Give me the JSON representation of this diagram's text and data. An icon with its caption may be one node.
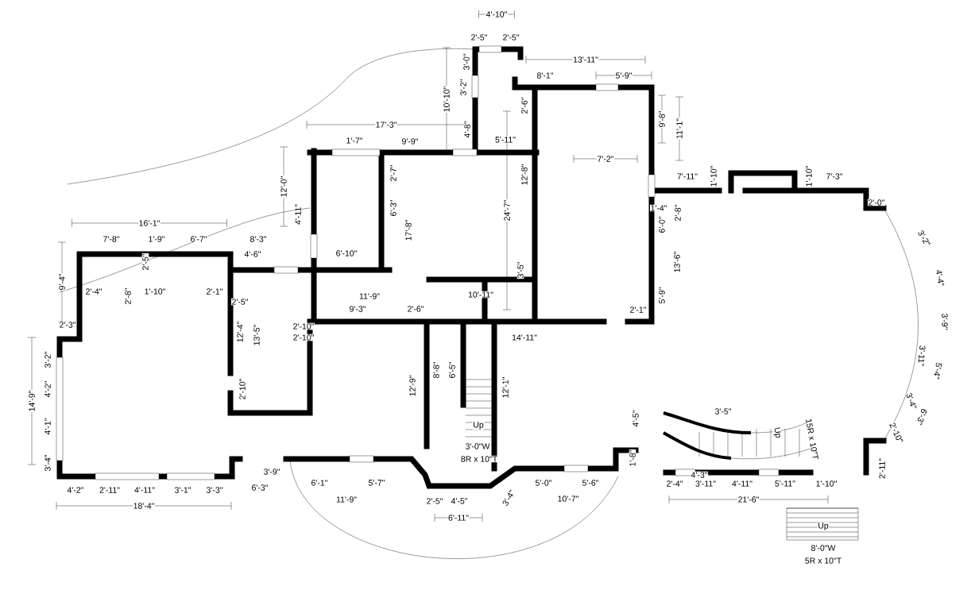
{
  "diagram": {
    "labels": [
      "4'-10\"",
      "2'-5\"",
      "2'-5\"",
      "3'-0\"",
      "3'-2\"",
      "10'-10\"",
      "4'-8\"",
      "13'-11\"",
      "8'-1\"",
      "5'-9\"",
      "2'-6\"",
      "17'-3\"",
      "1'-7\"",
      "9'-9\"",
      "5'-11\"",
      "9'-8\"",
      "11'-1\"",
      "7'-2\"",
      "7'-11\"",
      "1'-10\"",
      "1'-10\"",
      "7'-3\"",
      "2'-0\"",
      "1'-4\"",
      "2'-8\"",
      "6'-0\"",
      "12'-8\"",
      "24'-7\"",
      "2'-7\"",
      "6'-3\"",
      "17'-8\"",
      "12'-0\"",
      "4'-11\"",
      "16'-1\"",
      "7'-8\"",
      "1'-9\"",
      "6'-7\"",
      "8'-3\"",
      "4'-6\"",
      "6'-10\"",
      "9'-4\"",
      "2'-5\"",
      "2'-4\"",
      "2'-8\"",
      "1'-10\"",
      "2'-1\"",
      "2'-5\"",
      "2'-3\"",
      "11'-9\"",
      "9'-3\"",
      "2'-6\"",
      "10'-11\"",
      "3'-5\"",
      "13'-6\"",
      "5'-9\"",
      "2'-1\"",
      "14'-11\"",
      "12'-4\"",
      "13'-5\"",
      "2'-10\"",
      "2'-10\"",
      "8'-8\"",
      "6'-5\"",
      "2'-10\"",
      "12'-9\"",
      "12'-1\"",
      "14'-9\"",
      "3'-2\"",
      "4'-2\"",
      "4'-1\"",
      "3'-4\"",
      "Up",
      "3'-0\"W",
      "8R x 10\"T",
      "4'-2\"",
      "2'-11\"",
      "4'-11\"",
      "3'-1\"",
      "3'-3\"",
      "18'-4\"",
      "6'-3\"",
      "3'-9\"",
      "6'-1\"",
      "5'-7\"",
      "11'-9\"",
      "2'-5\"",
      "4'-5\"",
      "6'-11\"",
      "3'-4\"",
      "5'-0\"",
      "5'-6\"",
      "10'-7\"",
      "4'-5\"",
      "1'-8\"",
      "2'-4\"",
      "3'-11\"",
      "4'-11\"",
      "5'-11\"",
      "1'-10\"",
      "21'-6\"",
      "3'-5\"",
      "4'-3\"",
      "Up",
      "15R x 10\"T",
      "8'-0\"W",
      "5R x 10\"T",
      "Up",
      "3'-2\"",
      "4'-4\"",
      "3'-9\"",
      "5'-4\"",
      "6'-3\"",
      "3'-11\"",
      "2'-10\"",
      "3'-4\"",
      "2'-11\""
    ]
  }
}
